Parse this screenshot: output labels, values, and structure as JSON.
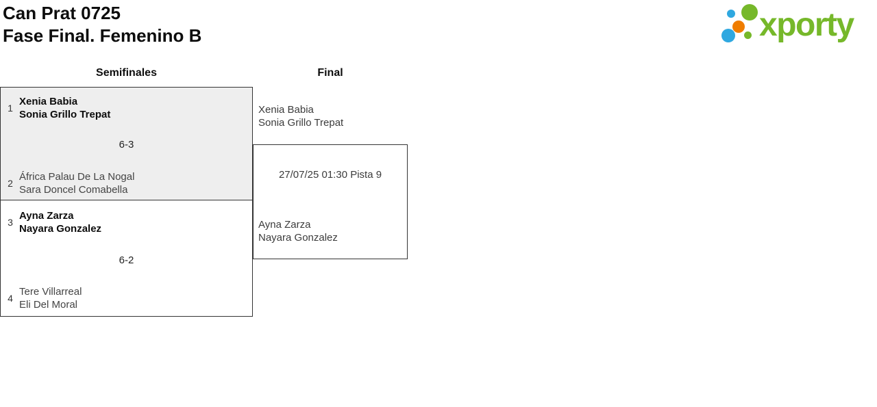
{
  "header": {
    "title_line1": "Can Prat 0725",
    "title_line2": "Fase Final. Femenino B"
  },
  "logo": {
    "wordmark": "xporty"
  },
  "columns": {
    "semifinals_label": "Semifinales",
    "final_label": "Final"
  },
  "semifinals": [
    {
      "top": {
        "seed": "1",
        "player1": "Xenia Babia",
        "player2": "Sonia Grillo Trepat",
        "winner": true
      },
      "score": "6-3",
      "bottom": {
        "seed": "2",
        "player1": "África Palau De La Nogal",
        "player2": "Sara Doncel Comabella",
        "winner": false
      }
    },
    {
      "top": {
        "seed": "3",
        "player1": "Ayna Zarza",
        "player2": "Nayara Gonzalez",
        "winner": true
      },
      "score": "6-2",
      "bottom": {
        "seed": "4",
        "player1": "Tere Villarreal",
        "player2": "Eli Del Moral",
        "winner": false
      }
    }
  ],
  "final": {
    "top": {
      "player1": "Xenia Babia",
      "player2": "Sonia Grillo Trepat"
    },
    "schedule": "27/07/25 01:30 Pista 9",
    "bottom": {
      "player1": "Ayna Zarza",
      "player2": "Nayara Gonzalez"
    }
  },
  "colors": {
    "brand_green": "#76b82a",
    "brand_blue": "#2fa8e0",
    "brand_orange": "#ef7d00",
    "box_fill": "#eeeeee",
    "box_border": "#333333"
  }
}
